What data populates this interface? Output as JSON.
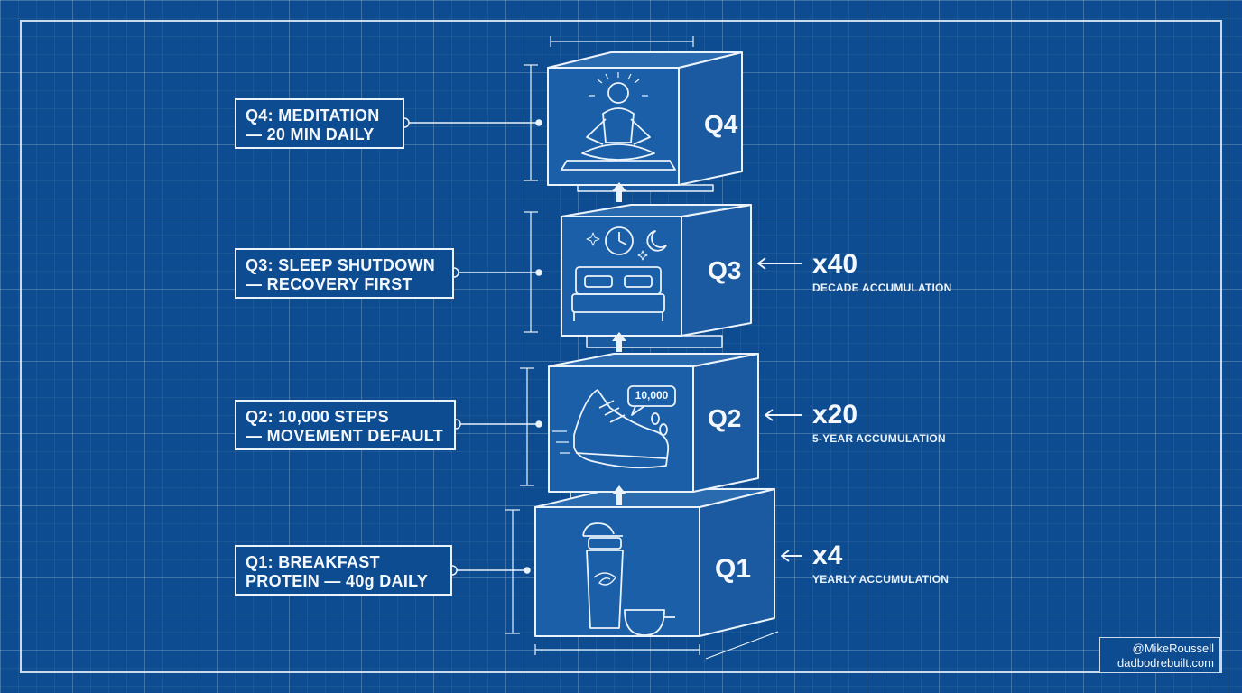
{
  "blocks": [
    {
      "id": "Q4",
      "tag": "Q4",
      "label_line1": "Q4: MEDITATION",
      "label_line2": "— 20 MIN DAILY",
      "icon": "meditation-icon"
    },
    {
      "id": "Q3",
      "tag": "Q3",
      "label_line1": "Q3: SLEEP SHUTDOWN",
      "label_line2": "— RECOVERY FIRST",
      "icon": "bed-clock-moon-icon",
      "multiplier": "x40",
      "caption": "DECADE ACCUMULATION"
    },
    {
      "id": "Q2",
      "tag": "Q2",
      "label_line1": "Q2: 10,000 STEPS",
      "label_line2": "— MOVEMENT DEFAULT",
      "icon": "sneaker-icon",
      "bubble": "10,000",
      "multiplier": "x20",
      "caption": "5-YEAR ACCUMULATION"
    },
    {
      "id": "Q1",
      "tag": "Q1",
      "label_line1": "Q1: BREAKFAST",
      "label_line2": "PROTEIN — 40g DAILY",
      "icon": "protein-shaker-icon",
      "multiplier": "x4",
      "caption": "YEARLY ACCUMULATION"
    }
  ],
  "credit": {
    "handle": "@MikeRoussell",
    "site": "dadbodrebuilt.com"
  },
  "colors": {
    "background": "#0d4c91",
    "line": "#eaf2fb"
  }
}
